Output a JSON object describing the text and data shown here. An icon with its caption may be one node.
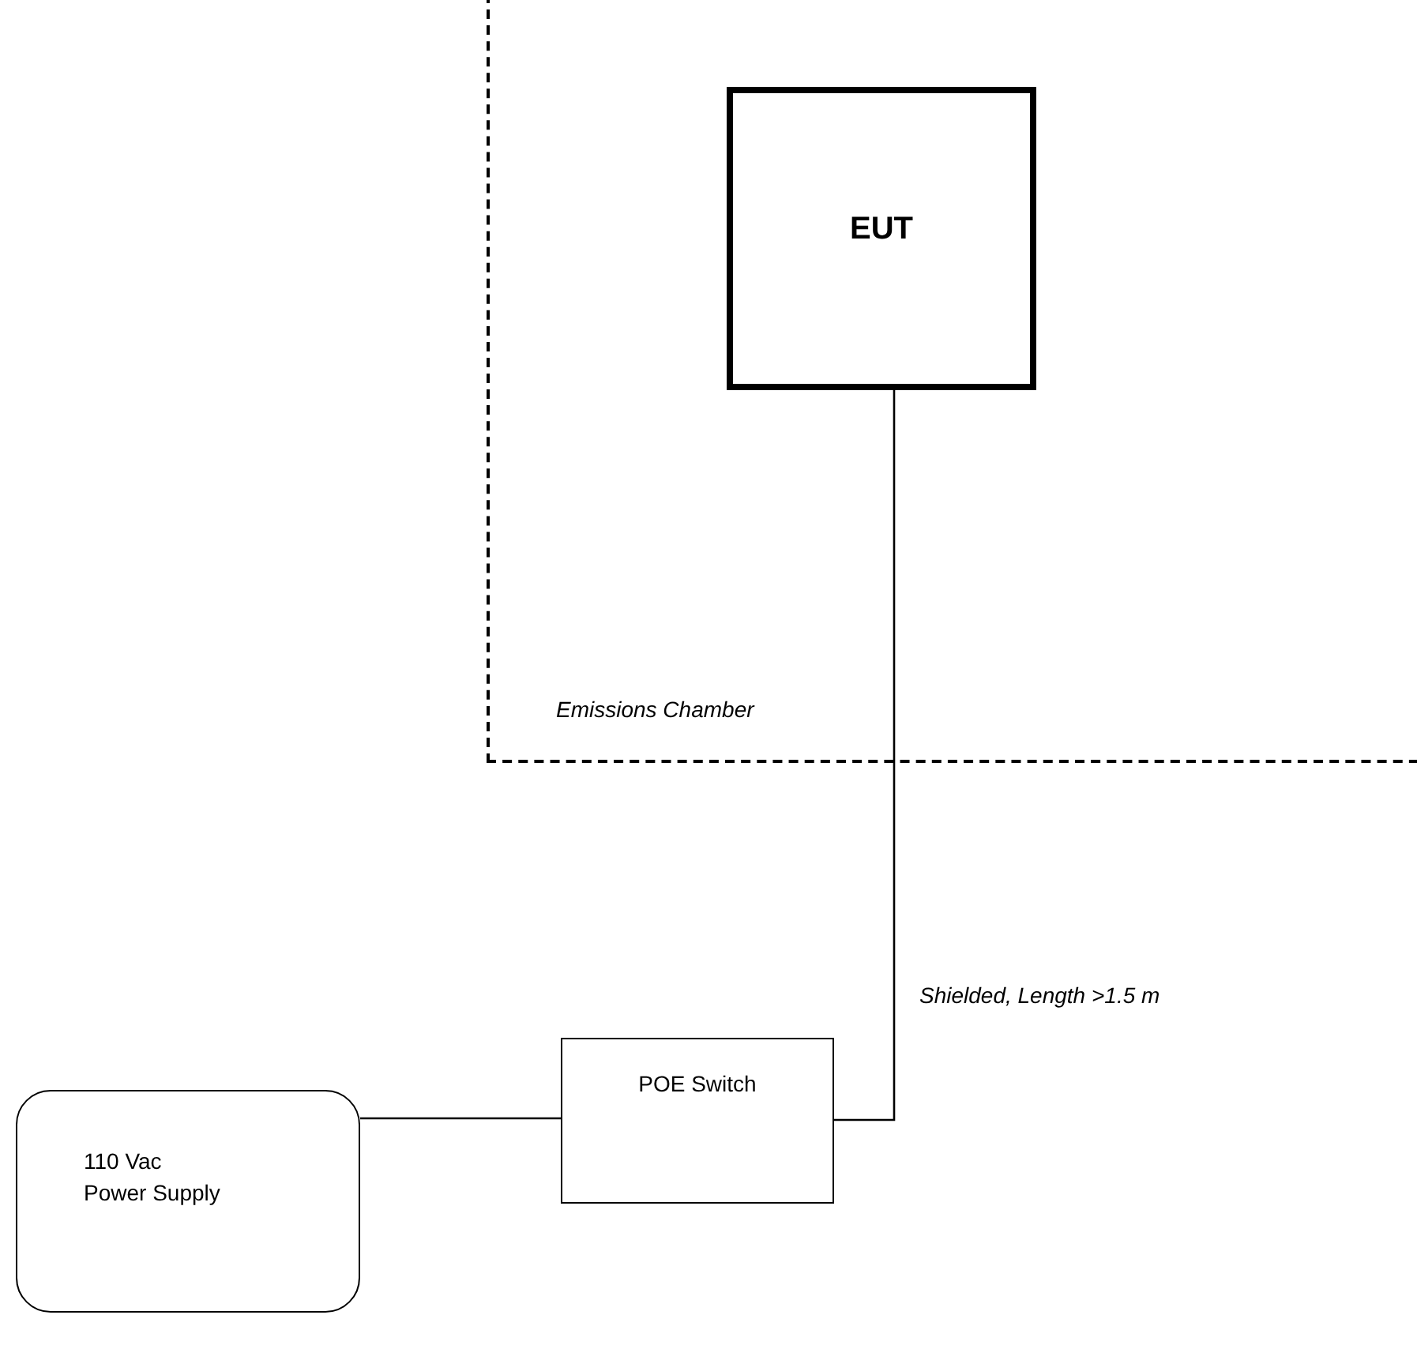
{
  "diagram": {
    "nodes": [
      {
        "text": [
          "Emissions Chamber"
        ]
      },
      {
        "text": [
          "EUT"
        ],
        "in": 0
      },
      {
        "text": [
          "POE Switch"
        ]
      },
      {
        "text": [
          "110 Vac Power Supply"
        ]
      }
    ],
    "edges": [
      {
        "from": 1,
        "to": 2,
        "arrow": "none",
        "label": "Shielded, Length >1.5 m"
      },
      {
        "from": 2,
        "to": 3,
        "arrow": "none"
      }
    ]
  }
}
